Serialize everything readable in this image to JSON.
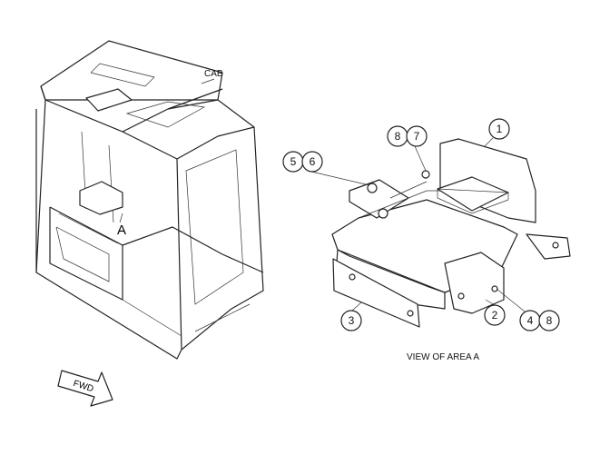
{
  "labels": {
    "cab": "CAB",
    "area": "A",
    "view_caption": "VIEW OF AREA A",
    "fwd": "FWD"
  },
  "callouts": [
    "1",
    "2",
    "3",
    "4",
    "5",
    "6",
    "7",
    "8"
  ]
}
